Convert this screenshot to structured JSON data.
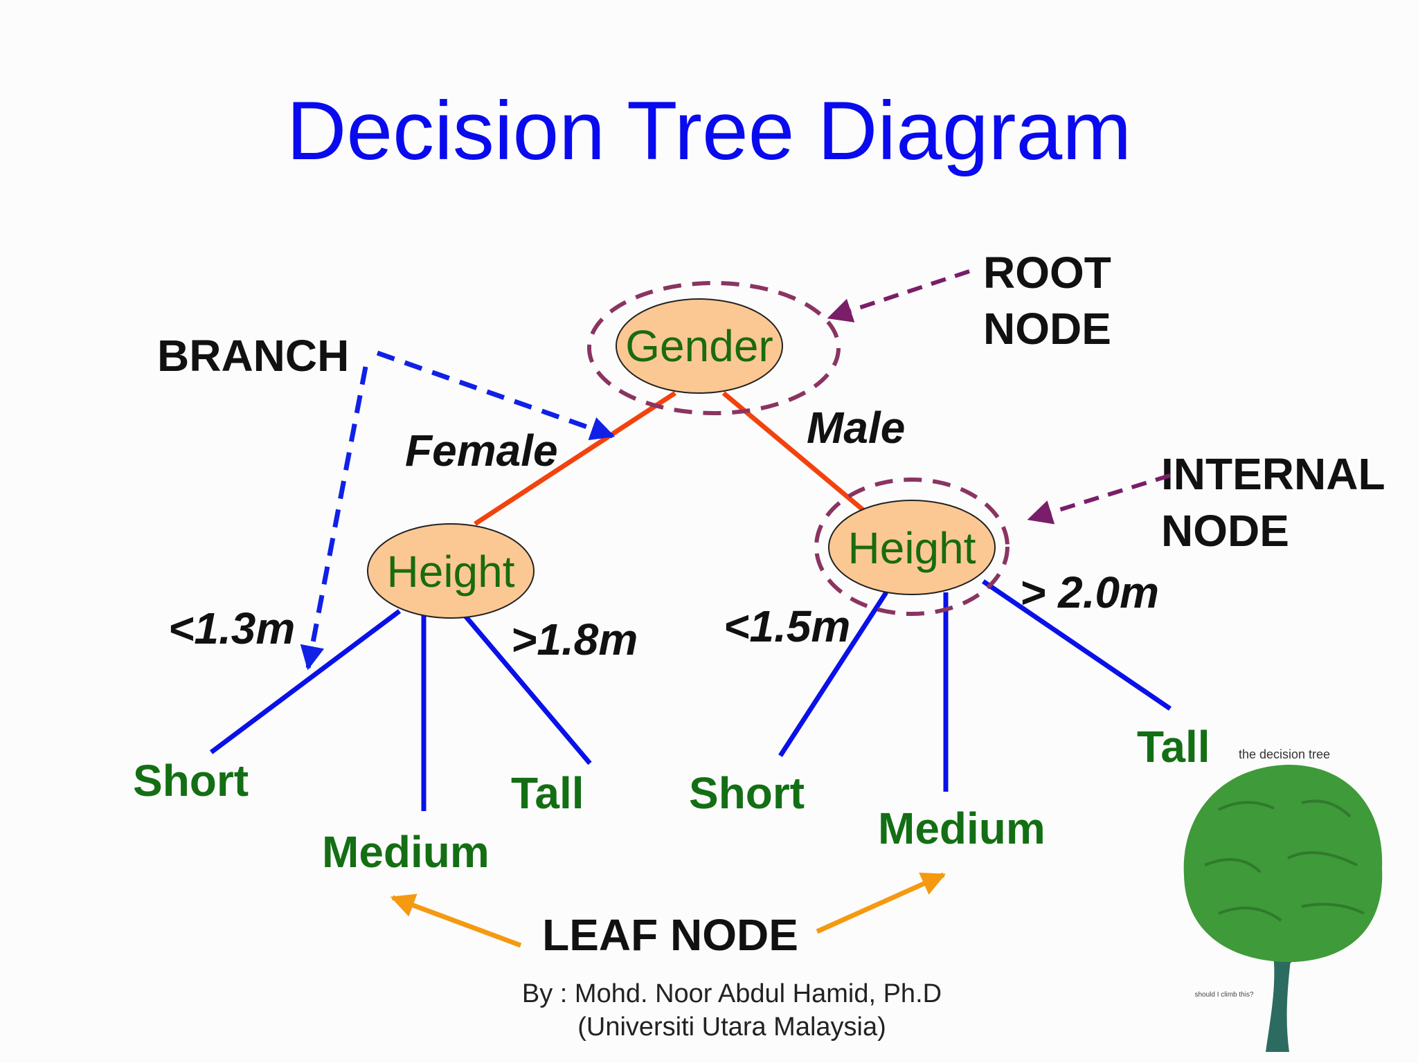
{
  "title": "Decision Tree Diagram",
  "colors": {
    "title": "#0a0aef",
    "node_fill": "#fbc893",
    "node_text": "#1a6b10",
    "leaf_text": "#146e14",
    "callout_text": "#111111",
    "root_edge": "#f2430f",
    "branch_edge": "#0a10e8",
    "purple_dash": "#7a1e6a",
    "node_outline_dash": "#8a3462",
    "branch_callout_dash": "#1020e6",
    "leaf_arrow": "#f59a10",
    "tree_foliage": "#3f9a3a",
    "tree_trunk": "#2c6b60"
  },
  "nodes": {
    "root": "Gender",
    "left": "Height",
    "right": "Height"
  },
  "edge_labels": {
    "female": "Female",
    "male": "Male",
    "lt13": "<1.3m",
    "gt18": ">1.8m",
    "lt15": "<1.5m",
    "gt20": "> 2.0m"
  },
  "leaves": {
    "left_short": "Short",
    "left_medium": "Medium",
    "left_tall": "Tall",
    "right_short": "Short",
    "right_medium": "Medium",
    "right_tall": "Tall"
  },
  "callouts": {
    "branch": "BRANCH",
    "root_line1": "ROOT",
    "root_line2": "NODE",
    "internal_line1": "INTERNAL",
    "internal_line2": "NODE",
    "leaf": "LEAF NODE"
  },
  "credit": {
    "line1": "By : Mohd. Noor Abdul Hamid, Ph.D",
    "line2": "(Universiti Utara Malaysia)"
  },
  "tree_image": {
    "icon": "tree-illustration",
    "caption": "the decision tree",
    "note": "should I climb this?"
  }
}
